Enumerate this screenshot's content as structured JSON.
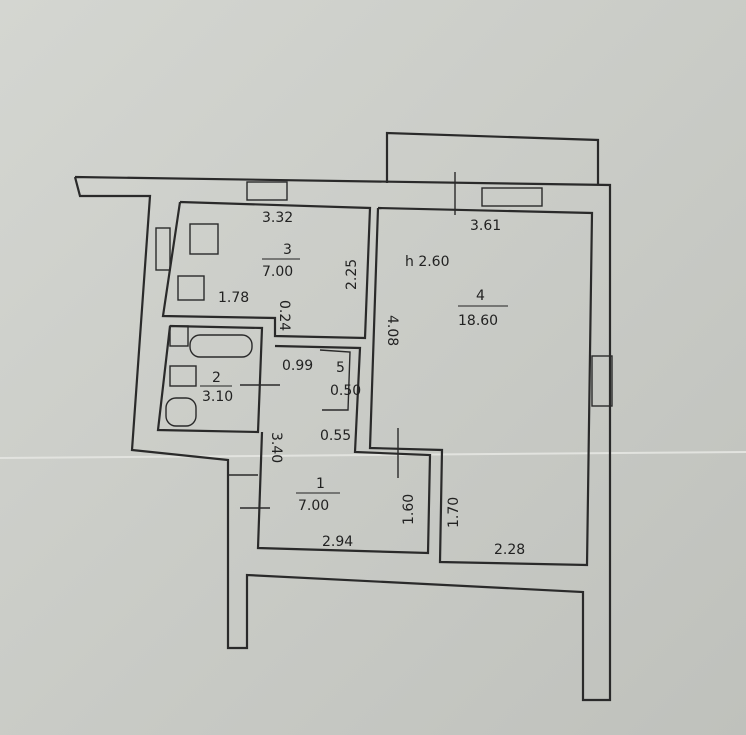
{
  "rooms": [
    {
      "number": "1",
      "area": "7.00"
    },
    {
      "number": "2",
      "area": "3.10"
    },
    {
      "number": "3",
      "area": "7.00"
    },
    {
      "number": "4",
      "area": "18.60"
    },
    {
      "number": "5",
      "area": "0.50"
    }
  ],
  "ceiling_height": "h 2.60",
  "dimensions": {
    "kitchen_width": "3.32",
    "kitchen_depth": "2.25",
    "kitchen_inner": "1.78",
    "kitchen_step": "0.24",
    "room_width": "3.61",
    "room_depth": "4.08",
    "hall_passage": "0.99",
    "closet_depth": "0.55",
    "hall_length": "3.40",
    "hall_width": "2.94",
    "hall_short": "1.60",
    "room_lower": "1.70",
    "room_lower_width": "2.28"
  },
  "colors": {
    "paper": "#c9cbc6",
    "ink": "#2a2a2a"
  }
}
